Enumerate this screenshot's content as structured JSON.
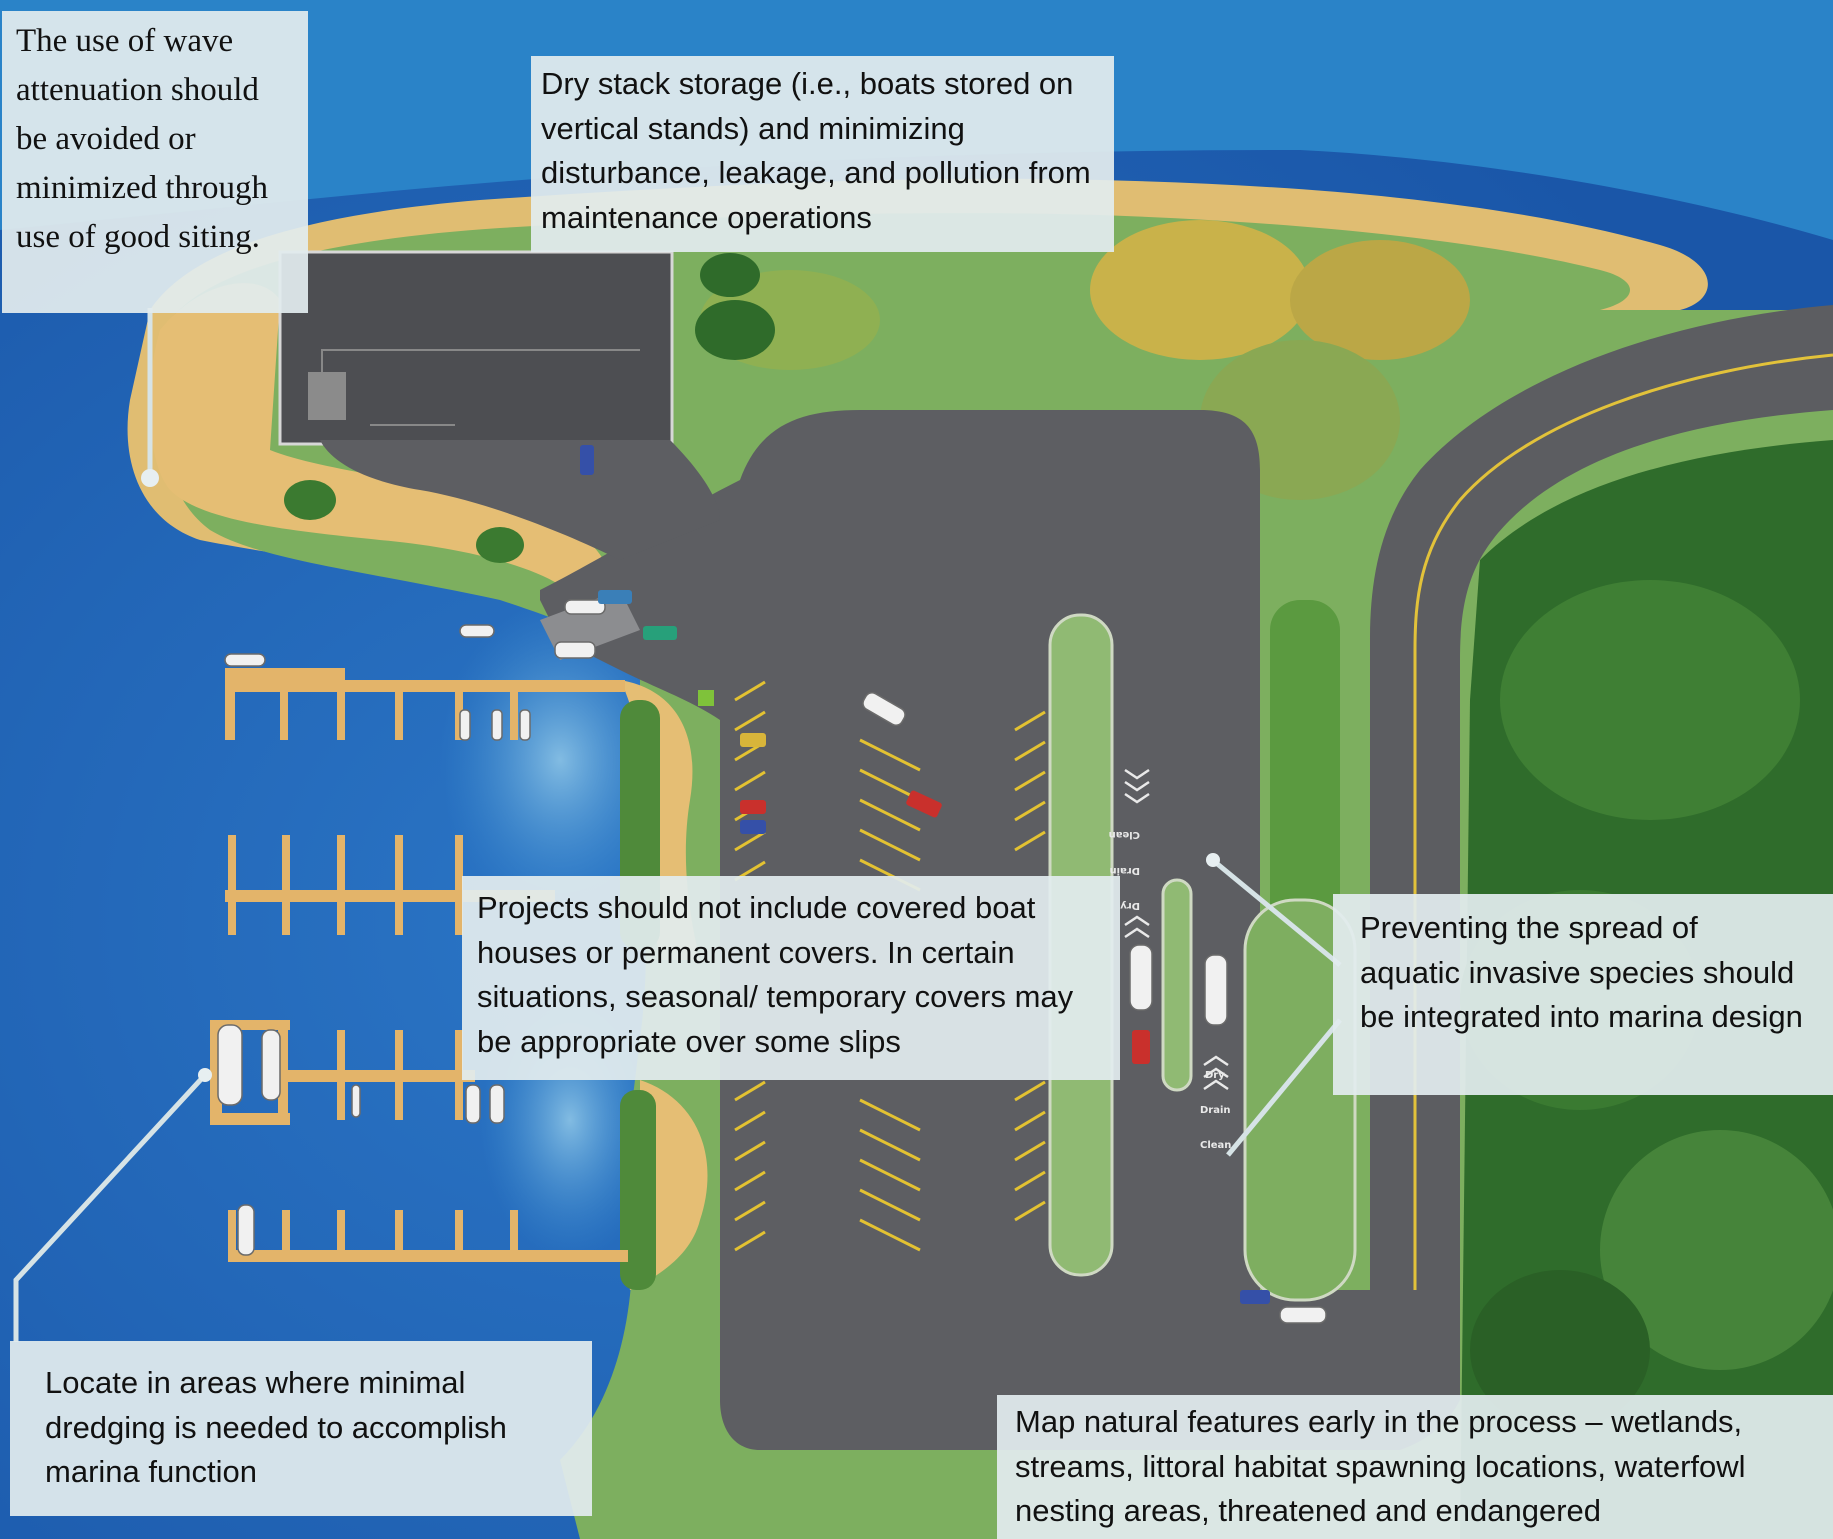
{
  "callouts": {
    "wave_attenuation": "The use of wave attenuation should be avoided or minimized through use of good siting.",
    "dry_stack": "Dry stack storage (i.e., boats stored on vertical stands) and minimizing disturbance, leakage, and  pollution from maintenance operations",
    "covered_boathouses": "Projects should not include covered boat houses or permanent covers. In certain situations, seasonal/ temporary covers may be appropriate over some slips",
    "invasive_species": "Preventing the spread of aquatic invasive species should be integrated into marina design",
    "minimal_dredging": "Locate in areas where minimal dredging is needed to accomplish marina function",
    "natural_features": "Map natural features early in the process – wetlands, streams, littoral habitat spawning locations, waterfowl nesting areas, threatened and endangered"
  },
  "ground_labels": {
    "left_lane": [
      "Clean",
      "Drain",
      "Dry"
    ],
    "right_lane": [
      "Dry",
      "Drain",
      "Clean"
    ]
  },
  "colors": {
    "water_deep": "#1b5fb0",
    "water_shallow": "#4f9fd6",
    "sand": "#e4bd6e",
    "grass": "#7fae62",
    "forest": "#2f6b2a",
    "asphalt": "#5d5e62",
    "dock": "#e3b46a",
    "callout_bg": "#e2ecee"
  }
}
